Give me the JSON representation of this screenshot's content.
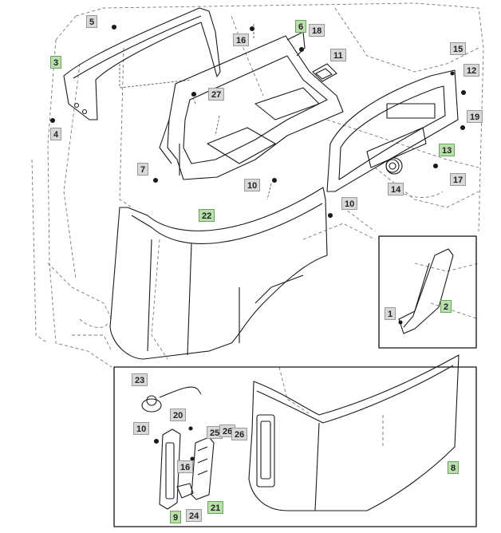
{
  "diagram": {
    "highlight_color": "#b9dfad",
    "callout_color": "#d9d9d9",
    "line_color": "#1a1a1a",
    "dashed_color": "#777777",
    "callouts": [
      {
        "id": "c1",
        "label": "1",
        "highlighted": false
      },
      {
        "id": "c2",
        "label": "2",
        "highlighted": true
      },
      {
        "id": "c3",
        "label": "3",
        "highlighted": true
      },
      {
        "id": "c4",
        "label": "4",
        "highlighted": false
      },
      {
        "id": "c5",
        "label": "5",
        "highlighted": false
      },
      {
        "id": "c6",
        "label": "6",
        "highlighted": true
      },
      {
        "id": "c7",
        "label": "7",
        "highlighted": false
      },
      {
        "id": "c8",
        "label": "8",
        "highlighted": true
      },
      {
        "id": "c9",
        "label": "9",
        "highlighted": true
      },
      {
        "id": "c10a",
        "label": "10",
        "highlighted": false
      },
      {
        "id": "c10b",
        "label": "10",
        "highlighted": false
      },
      {
        "id": "c10c",
        "label": "10",
        "highlighted": false
      },
      {
        "id": "c11",
        "label": "11",
        "highlighted": false
      },
      {
        "id": "c12",
        "label": "12",
        "highlighted": false
      },
      {
        "id": "c13",
        "label": "13",
        "highlighted": true
      },
      {
        "id": "c14",
        "label": "14",
        "highlighted": false
      },
      {
        "id": "c15",
        "label": "15",
        "highlighted": false
      },
      {
        "id": "c16a",
        "label": "16",
        "highlighted": false
      },
      {
        "id": "c16b",
        "label": "16",
        "highlighted": false
      },
      {
        "id": "c17",
        "label": "17",
        "highlighted": false
      },
      {
        "id": "c18",
        "label": "18",
        "highlighted": false
      },
      {
        "id": "c19",
        "label": "19",
        "highlighted": false
      },
      {
        "id": "c20",
        "label": "20",
        "highlighted": false
      },
      {
        "id": "c21",
        "label": "21",
        "highlighted": true
      },
      {
        "id": "c22",
        "label": "22",
        "highlighted": true
      },
      {
        "id": "c23",
        "label": "23",
        "highlighted": false
      },
      {
        "id": "c24",
        "label": "24",
        "highlighted": false
      },
      {
        "id": "c25",
        "label": "25",
        "highlighted": false
      },
      {
        "id": "c26a",
        "label": "26",
        "highlighted": false
      },
      {
        "id": "c26b",
        "label": "26",
        "highlighted": false
      },
      {
        "id": "c27",
        "label": "27",
        "highlighted": false
      }
    ]
  }
}
